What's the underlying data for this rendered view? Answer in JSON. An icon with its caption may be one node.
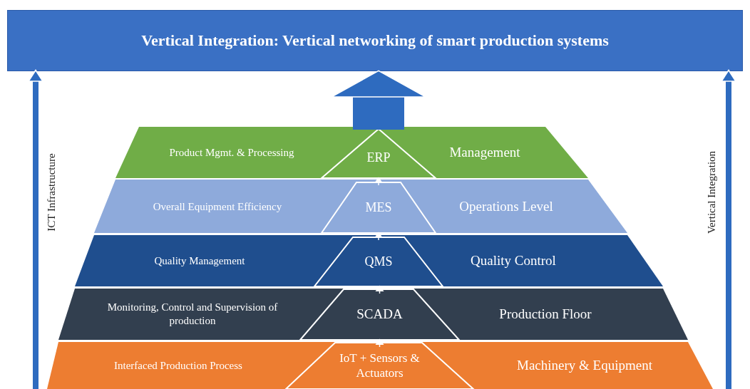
{
  "diagram": {
    "nodes": [
      {
        "text": [
          "Vertical Integration: Vertical networking of smart production systems"
        ]
      },
      {
        "text": [
          "Product Mgmt. & Processing",
          "Management"
        ]
      },
      {
        "text": [
          "ERP"
        ],
        "in": 1
      },
      {
        "text": [
          "Overall Equipment Efficiency",
          "Operations Level"
        ]
      },
      {
        "text": [
          "MES"
        ],
        "in": 3
      },
      {
        "text": [
          "Quality Management",
          "Quality Control"
        ]
      },
      {
        "text": [
          "QMS"
        ],
        "in": 5
      },
      {
        "text": [
          "Monitoring, Control and Supervision of production",
          "Production Floor"
        ]
      },
      {
        "text": [
          "SCADA"
        ],
        "in": 7
      },
      {
        "text": [
          "Interfaced Production Process",
          "Machinery & Equipment"
        ]
      },
      {
        "text": [
          "IoT + Sensors & Actuators"
        ],
        "in": 9
      }
    ],
    "edges": [
      {
        "from": 10,
        "to": 8,
        "arrow": "to",
        "color": "#ffffff"
      },
      {
        "from": 8,
        "to": 6,
        "arrow": "to",
        "color": "#ffffff"
      },
      {
        "from": 6,
        "to": 4,
        "arrow": "to",
        "color": "#ffffff"
      },
      {
        "from": 4,
        "to": 2,
        "arrow": "to",
        "color": "#ffffff"
      },
      {
        "from": 2,
        "to": 0,
        "arrow": "to",
        "style": "thick",
        "color": "#2e6bbf"
      },
      {
        "from": null,
        "to": 0,
        "arrow": "to",
        "label": "ICT Infrastructure",
        "style": "thick",
        "color": "#2e6bbf"
      },
      {
        "from": null,
        "to": 0,
        "arrow": "to",
        "label": "Vertical Integration",
        "style": "thick",
        "color": "#2e6bbf"
      }
    ]
  }
}
